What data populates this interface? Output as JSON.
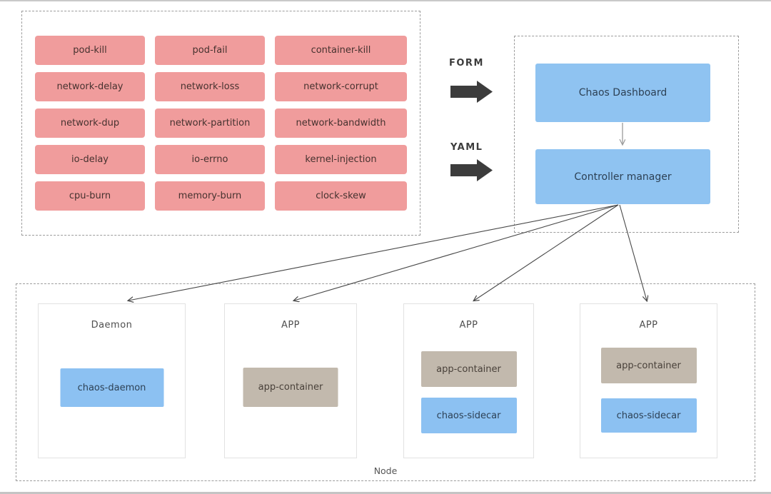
{
  "experiments": {
    "items": [
      "pod-kill",
      "pod-fail",
      "container-kill",
      "network-delay",
      "network-loss",
      "network-corrupt",
      "network-dup",
      "network-partition",
      "network-bandwidth",
      "io-delay",
      "io-errno",
      "kernel-injection",
      "cpu-burn",
      "memory-burn",
      "clock-skew"
    ]
  },
  "inputs": {
    "form_label": "FORM",
    "yaml_label": "YAML"
  },
  "control_plane": {
    "dashboard_label": "Chaos Dashboard",
    "controller_label": "Controller manager"
  },
  "node": {
    "label": "Node",
    "pods": [
      {
        "title": "Daemon",
        "containers": [
          {
            "label": "chaos-daemon",
            "type": "chaos"
          }
        ]
      },
      {
        "title": "APP",
        "containers": [
          {
            "label": "app-container",
            "type": "app"
          }
        ]
      },
      {
        "title": "APP",
        "containers": [
          {
            "label": "app-container",
            "type": "app"
          },
          {
            "label": "chaos-sidecar",
            "type": "chaos"
          }
        ]
      },
      {
        "title": "APP",
        "containers": [
          {
            "label": "app-container",
            "type": "app"
          },
          {
            "label": "chaos-sidecar",
            "type": "chaos"
          }
        ]
      }
    ]
  },
  "colors": {
    "experiment_box": "#f09c9c",
    "chaos_box": "#8cc1f2",
    "app_box": "#c2b9ad",
    "panel_border": "#9c9c9c",
    "block_arrow": "#3c3c3c",
    "connector_line": "#484848",
    "dashboard_arrow": "#9b9b9b"
  }
}
